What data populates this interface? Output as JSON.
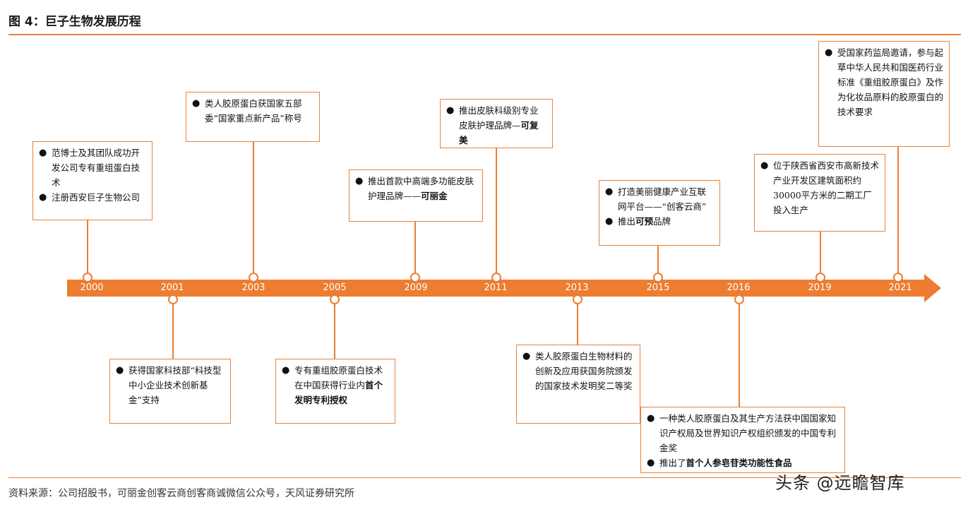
{
  "title": "图 4：巨子生物发展历程",
  "source": "资料来源：公司招股书，可丽金创客云商创客商诚微信公众号，天风证券研究所",
  "watermark": "头条 @远瞻智库",
  "years": [
    "2000",
    "2001",
    "2003",
    "2005",
    "2009",
    "2011",
    "2013",
    "2015",
    "2016",
    "2019",
    "2021"
  ],
  "events": {
    "y2000": {
      "b1": "范博士及其团队成功开发公司专有重组蛋白技术",
      "b2": "注册西安巨子生物公司"
    },
    "y2001": {
      "b1": "获得国家科技部“科技型中小企业技术创新基金”支持"
    },
    "y2003": {
      "b1": "类人胶原蛋白获国家五部委“国家重点新产品”称号"
    },
    "y2005": {
      "b1_pre": "专有重组胶原蛋白技术在中国获得行业内",
      "b1_bold": "首个发明专利授权"
    },
    "y2009": {
      "b1_pre": "推出首款中高端多功能皮肤护理品牌——",
      "b1_bold": "可丽金"
    },
    "y2011": {
      "b1_pre": "推出皮肤科级别专业皮肤护理品牌—",
      "b1_bold": "可复美"
    },
    "y2013": {
      "b1": "类人胶原蛋白生物材料的创新及应用获国务院颁发的国家技术发明奖二等奖"
    },
    "y2015": {
      "b1": "打造美丽健康产业互联网平台——“创客云商”",
      "b2_pre": "推出",
      "b2_bold": "可预",
      "b2_post": "品牌"
    },
    "y2016": {
      "b1": "一种类人胶原蛋白及其生产方法获中国国家知识产权局及世界知识产权组织颁发的中国专利金奖",
      "b2_pre": "推出了",
      "b2_bold": "首个人参皂苷类功能性食品"
    },
    "y2019": {
      "b1": "位于陕西省西安市高新技术产业开发区建筑面积约30000平方米的二期工厂投入生产"
    },
    "y2021": {
      "b1": "受国家药监局邀请，参与起草中华人民共和国医药行业标准《重组胶原蛋白》及作为化妆品原料的胶原蛋白的技术要求"
    }
  },
  "colors": {
    "accent": "#ed7d31",
    "rule": "#e8833a",
    "text": "#111111"
  }
}
